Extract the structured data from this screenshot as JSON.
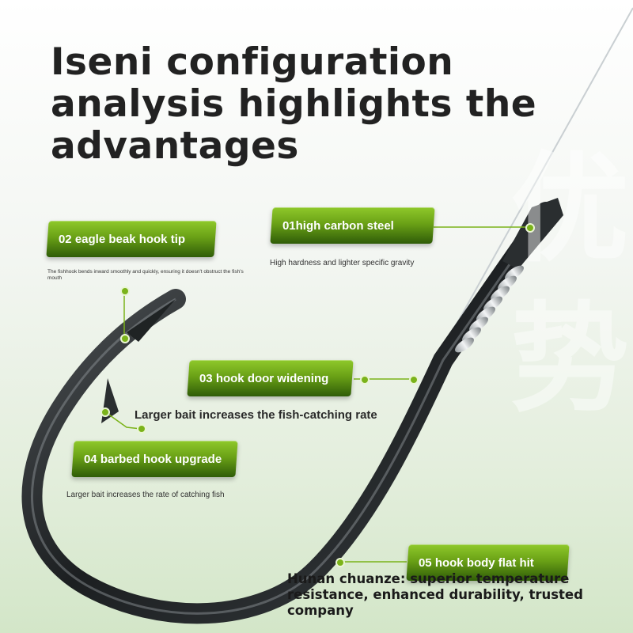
{
  "title": "Iseni configuration analysis highlights the advantages",
  "features": [
    {
      "label": "01high carbon steel",
      "desc": "High hardness and lighter specific gravity"
    },
    {
      "label": "02 eagle beak hook tip",
      "desc": "The fishhook bends inward smoothly and quickly, ensuring it doesn't obstruct the fish's mouth"
    },
    {
      "label": "03 hook door widening",
      "desc": "Larger bait increases the fish-catching rate"
    },
    {
      "label": "04 barbed hook upgrade",
      "desc": "Larger bait increases the rate of catching fish"
    },
    {
      "label": "05 hook body flat hit",
      "desc": ""
    }
  ],
  "company_text": "Hunan chuanze: superior temperature resistance, enhanced durability, trusted company",
  "colors": {
    "accent": "#6aa116",
    "title": "#222222",
    "hook": "#1f2324"
  }
}
